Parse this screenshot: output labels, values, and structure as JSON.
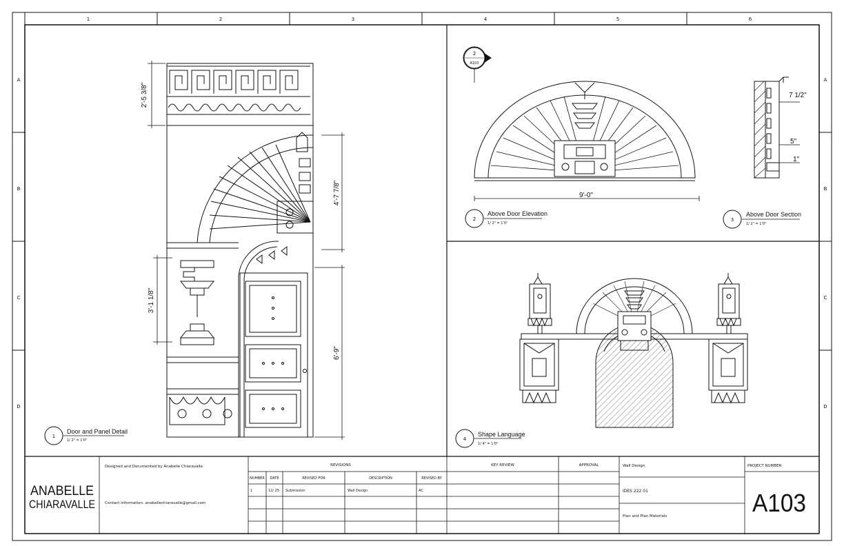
{
  "grid": {
    "columns": [
      "1",
      "2",
      "3",
      "4",
      "5",
      "6"
    ],
    "rows": [
      "A",
      "B",
      "C",
      "D"
    ]
  },
  "views": {
    "door_panel": {
      "number": "1",
      "title": "Door and Panel Detail",
      "scale": "1/ 2\" = 1'0\"",
      "dims": {
        "top": "2'-5 3/8\"",
        "upper_right": "4'-7 7/8\"",
        "left": "3'-1 1/8\"",
        "lower_right": "6'-9\""
      }
    },
    "above_door_elev": {
      "number": "2",
      "title": "Above Door Elevation",
      "scale": "1/ 2\" = 1'0\"",
      "width_dim": "9'-0\"",
      "section_marker": {
        "number": "2",
        "sheet": "A103"
      }
    },
    "above_door_section": {
      "number": "3",
      "title": "Above Door Section",
      "scale": "1/ 2\" = 1'0\"",
      "dims": {
        "top": "7 1/2\"",
        "middle": "5\"",
        "bottom": "1\""
      }
    },
    "shape_language": {
      "number": "4",
      "title": "Shape Language",
      "scale": "1/ 4\" = 1'0\""
    }
  },
  "title_block": {
    "logo_line1": "ANABELLE",
    "logo_line2": "CHIARAVALLE",
    "designed_by": "Designed and Documented by Anabelle Chiaravalle.",
    "contact": "Contact information: anabellechiaravalle@gmail.com",
    "revisions_header": "REVISIONS",
    "columns": {
      "number": "NUMBER",
      "date": "DATE",
      "revised_for": "REVISED FOR",
      "description": "DESCRIPTION",
      "revised_by": "REVISED BY"
    },
    "revision_rows": [
      {
        "number": "1",
        "date": "12/ 25",
        "revised_for": "Submission",
        "description": "Wall Design",
        "revised_by": "AC"
      }
    ],
    "key_review": "KEY REVIEW",
    "approval": "APPROVAL",
    "project": "Wall Design",
    "course": "IDES 222 01",
    "sheet_title": "Plan and Plan Materials",
    "project_number_label": "PROJECT NUMBER",
    "sheet_number": "A103"
  }
}
